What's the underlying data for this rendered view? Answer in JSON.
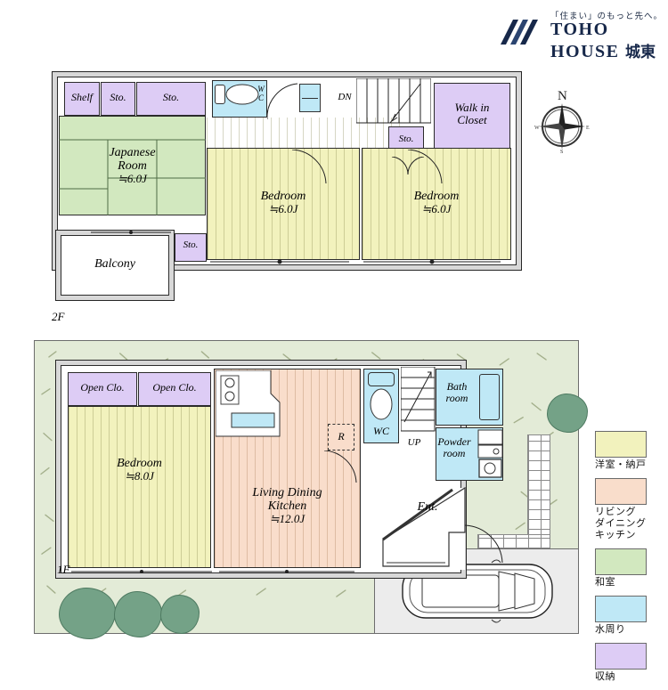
{
  "brand": {
    "tagline": "「住まい」のもっと先へ。",
    "line1": "TOHO",
    "line2": "HOUSE",
    "line2_jp": "城東",
    "logo_icon": "toho-chevrons-icon"
  },
  "compass": {
    "north_label": "N",
    "icon": "compass-rose-icon"
  },
  "floors": [
    {
      "tag": "2F",
      "rooms": [
        {
          "name": "shelf",
          "label": "Shelf",
          "sub": "",
          "type": "storage"
        },
        {
          "name": "storage-a",
          "label": "Sto.",
          "sub": "",
          "type": "storage"
        },
        {
          "name": "storage-b",
          "label": "Sto.",
          "sub": "",
          "type": "storage"
        },
        {
          "name": "japanese-room",
          "label": "Japanese",
          "label2": "Room",
          "sub": "≒6.0J",
          "type": "washitsu"
        },
        {
          "name": "wc-2f",
          "label": "W",
          "label2": "C",
          "sub": "",
          "type": "water"
        },
        {
          "name": "stairs-down",
          "label": "DN",
          "sub": "",
          "type": "stairs"
        },
        {
          "name": "storage-c",
          "label": "Sto.",
          "sub": "",
          "type": "storage"
        },
        {
          "name": "walk-in-closet",
          "label": "Walk in",
          "label2": "Closet",
          "sub": "",
          "type": "storage"
        },
        {
          "name": "bedroom-2f-a",
          "label": "Bedroom",
          "sub": "≒6.0J",
          "type": "bedroom"
        },
        {
          "name": "bedroom-2f-b",
          "label": "Bedroom",
          "sub": "≒6.0J",
          "type": "bedroom"
        },
        {
          "name": "storage-d",
          "label": "Sto.",
          "sub": "",
          "type": "storage"
        },
        {
          "name": "balcony",
          "label": "Balcony",
          "sub": "",
          "type": "outdoor"
        }
      ]
    },
    {
      "tag": "1F",
      "rooms": [
        {
          "name": "open-closet-a",
          "label": "Open Clo.",
          "sub": "",
          "type": "storage"
        },
        {
          "name": "open-closet-b",
          "label": "Open Clo.",
          "sub": "",
          "type": "storage"
        },
        {
          "name": "bedroom-1f",
          "label": "Bedroom",
          "sub": "≒8.0J",
          "type": "bedroom"
        },
        {
          "name": "ldk",
          "label": "Living Dining",
          "label2": "Kitchen",
          "sub": "≒12.0J",
          "type": "ldk"
        },
        {
          "name": "refrigerator",
          "label": "R",
          "sub": "",
          "type": "appliance"
        },
        {
          "name": "wc-1f",
          "label": "WC",
          "sub": "",
          "type": "water"
        },
        {
          "name": "stairs-up",
          "label": "UP",
          "sub": "",
          "type": "stairs"
        },
        {
          "name": "bath-room",
          "label": "Bath",
          "label2": "room",
          "sub": "",
          "type": "water"
        },
        {
          "name": "powder-room",
          "label": "Powder",
          "label2": "room",
          "sub": "",
          "type": "water"
        },
        {
          "name": "entrance",
          "label": "Ent.",
          "sub": "",
          "type": "entry"
        }
      ]
    }
  ],
  "legend": [
    {
      "name": "legend-western-room",
      "color": "#f2f2bd",
      "label": "洋室・納戸"
    },
    {
      "name": "legend-ldk",
      "color": "#f9ddcb",
      "label": "リビング\nダイニング\nキッチン"
    },
    {
      "name": "legend-washitsu",
      "color": "#d2e8bf",
      "label": "和室"
    },
    {
      "name": "legend-water",
      "color": "#bfe8f6",
      "label": "水周り"
    },
    {
      "name": "legend-storage",
      "color": "#ddccf5",
      "label": "収納"
    }
  ]
}
